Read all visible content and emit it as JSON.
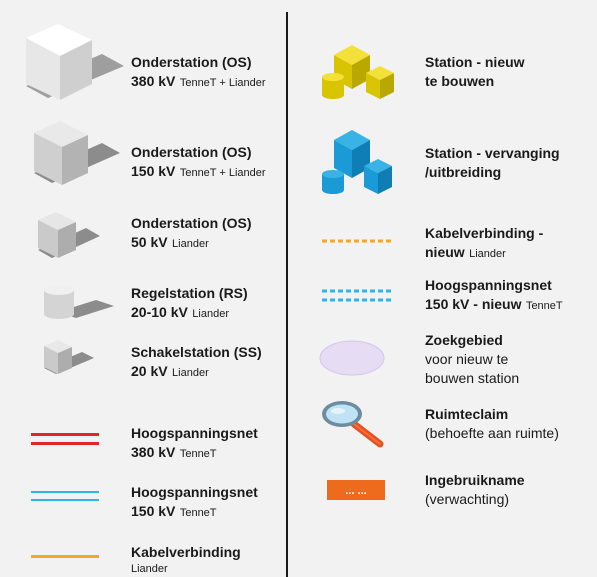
{
  "left": [
    {
      "title": "Onderstation (OS)",
      "voltage": "380 kV",
      "operator": "TenneT + Liander",
      "icon": "large-white-cube-icon"
    },
    {
      "title": "Onderstation (OS)",
      "voltage": "150 kV",
      "operator": "TenneT + Liander",
      "icon": "medium-grey-cube-icon"
    },
    {
      "title": "Onderstation (OS)",
      "voltage": "50 kV",
      "operator": "Liander",
      "icon": "small-grey-cube-icon"
    },
    {
      "title": "Regelstation (RS)",
      "voltage": "20-10 kV",
      "operator": "Liander",
      "icon": "cylinder-icon"
    },
    {
      "title": "Schakelstation (SS)",
      "voltage": "20 kV",
      "operator": "Liander",
      "icon": "tiny-cube-icon"
    },
    {
      "title": "Hoogspanningsnet",
      "voltage": "380 kV",
      "operator": "TenneT",
      "icon": "red-double-line-icon"
    },
    {
      "title": "Hoogspanningsnet",
      "voltage": "150 kV",
      "operator": "TenneT",
      "icon": "blue-double-line-icon"
    },
    {
      "title": "Kabelverbinding",
      "operator": "Liander",
      "icon": "orange-line-icon"
    }
  ],
  "right": [
    {
      "line1": "Station - nieuw",
      "line2": "te bouwen",
      "icon": "yellow-station-icon"
    },
    {
      "line1": "Station - vervanging",
      "line2": "/uitbreiding",
      "icon": "blue-station-icon"
    },
    {
      "line1": "Kabelverbinding -",
      "line2": "nieuw",
      "operator": "Liander",
      "icon": "orange-dotted-line-icon"
    },
    {
      "line1": "Hoogspanningsnet",
      "line2": "150 kV - nieuw",
      "operator": "TenneT",
      "icon": "blue-dotted-double-line-icon"
    },
    {
      "title": "Zoekgebied",
      "desc1": "voor nieuw te",
      "desc2": "bouwen station",
      "icon": "lavender-ellipse-icon"
    },
    {
      "title": "Ruimteclaim",
      "desc1": "(behoefte aan ruimte)",
      "icon": "magnifier-icon"
    },
    {
      "title": "Ingebruikname",
      "desc1": "(verwachting)",
      "badge": "... ...",
      "icon": "orange-badge-icon"
    }
  ],
  "colors": {
    "red": "#e4232b",
    "blue": "#2bb6ea",
    "orange": "#f4a81c",
    "yellow": "#e9d200",
    "station_blue": "#1a9ad6",
    "lavender": "#e6dcf4",
    "badge": "#ee6a1c"
  }
}
